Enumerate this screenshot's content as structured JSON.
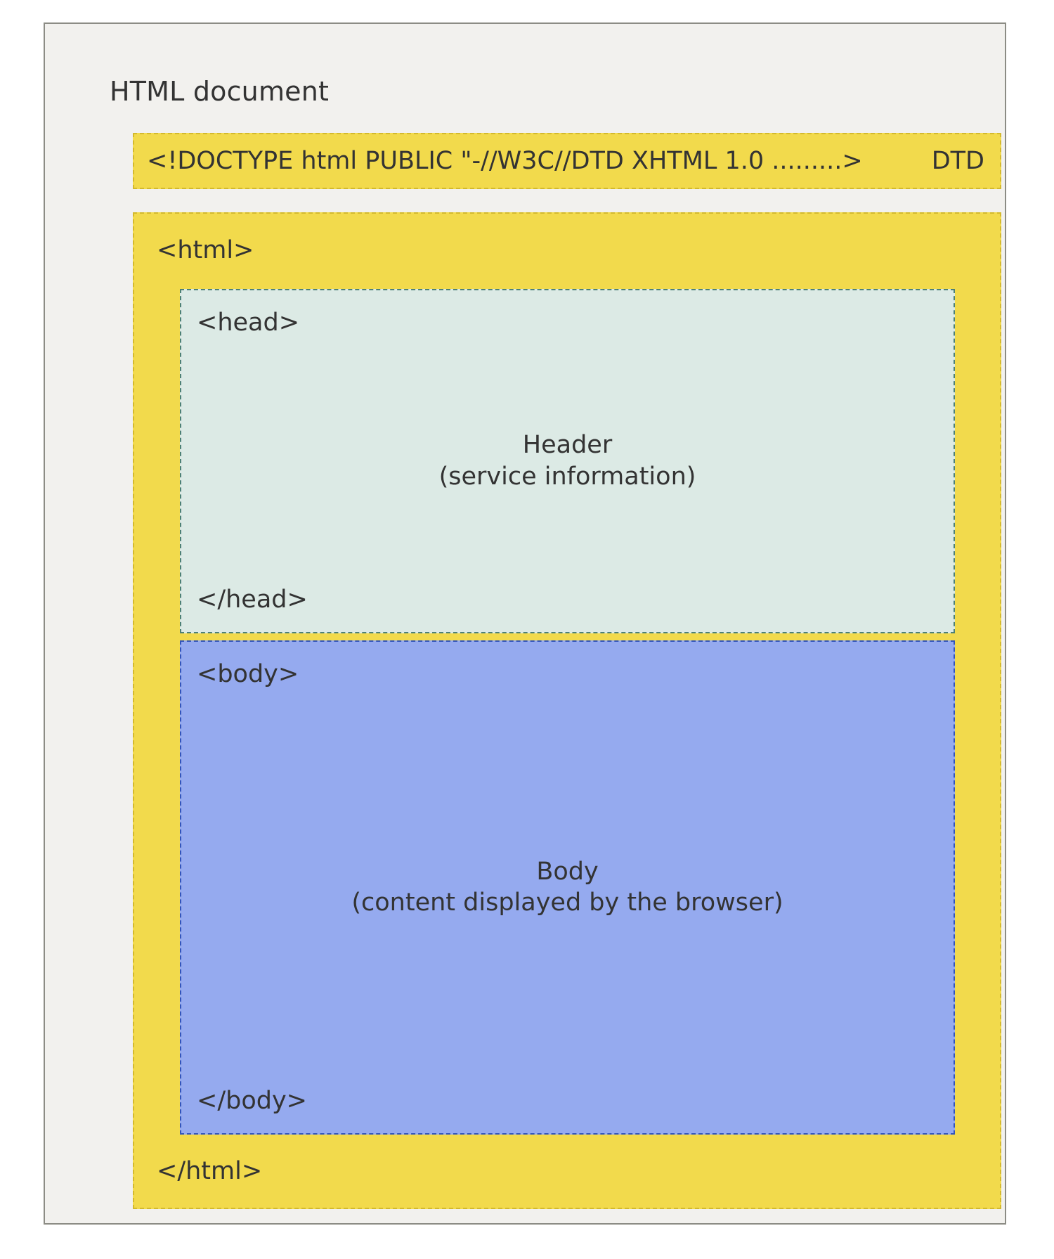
{
  "diagram": {
    "title": "HTML document",
    "colors": {
      "page_background": "#ffffff",
      "frame_fill": "#f2f1ee",
      "frame_border": "#8c8c85",
      "dtd_fill": "#f2da4c",
      "dtd_border": "#d4b92c",
      "html_fill": "#f2da4c",
      "html_border": "#d4b92c",
      "head_fill": "#dceae5",
      "head_border": "#4d8076",
      "body_fill": "#95aaef",
      "body_border": "#3355bb",
      "text": "#333333"
    },
    "dtd": {
      "declaration": "<!DOCTYPE html PUBLIC \"-//W3C//DTD XHTML 1.0 .........>",
      "label": "DTD"
    },
    "html": {
      "open_tag": "<html>",
      "close_tag": "</html>"
    },
    "head": {
      "open_tag": "<head>",
      "close_tag": "</head>",
      "caption_line1": "Header",
      "caption_line2": "(service information)"
    },
    "body": {
      "open_tag": "<body>",
      "close_tag": "</body>",
      "caption_line1": "Body",
      "caption_line2": "(content displayed by the browser)"
    }
  }
}
